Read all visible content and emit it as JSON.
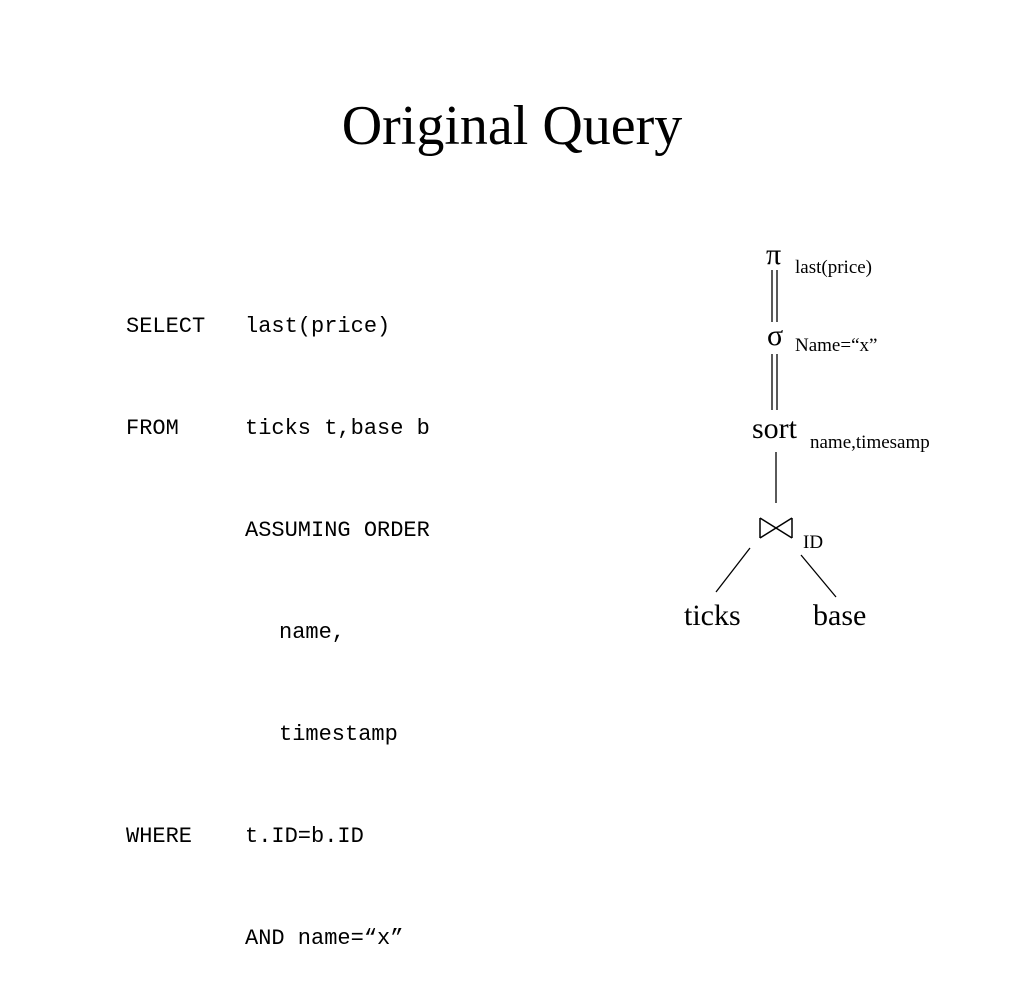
{
  "slide": {
    "title": "Original Query"
  },
  "query": {
    "lines": [
      {
        "keyword": "SELECT",
        "text": "last(price)"
      },
      {
        "keyword": "FROM",
        "text": "ticks t,base b"
      },
      {
        "keyword": "",
        "text": "ASSUMING ORDER"
      },
      {
        "keyword": "",
        "text": "name,"
      },
      {
        "keyword": "",
        "text": "timestamp"
      },
      {
        "keyword": "WHERE",
        "text": "t.ID=b.ID"
      },
      {
        "keyword": "",
        "text": "AND name=“x”"
      }
    ]
  },
  "plan": {
    "project": {
      "symbol": "π",
      "subscript": "last(price)"
    },
    "select": {
      "symbol": "σ",
      "subscript": "Name=“x”"
    },
    "sort": {
      "label": "sort",
      "subscript": "name,timesamp"
    },
    "join": {
      "symbol": "⋈",
      "subscript": "ID"
    },
    "left_leaf": "ticks",
    "right_leaf": "base"
  }
}
